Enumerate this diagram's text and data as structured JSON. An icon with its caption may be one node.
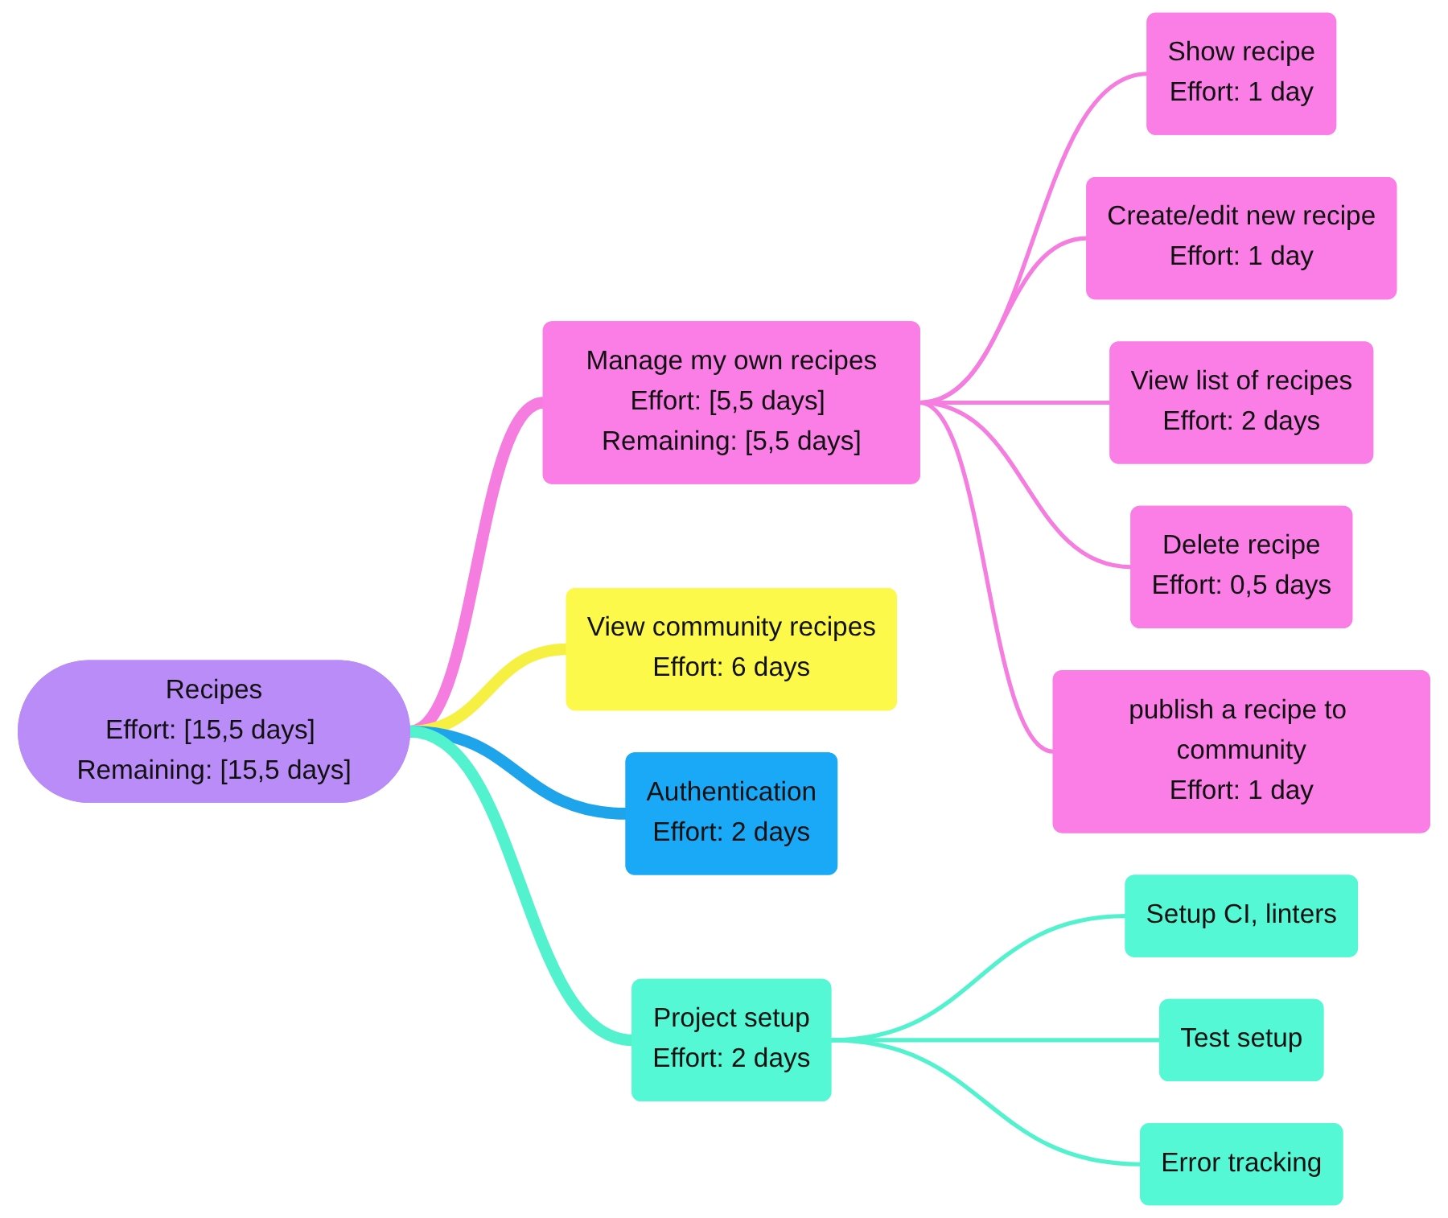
{
  "diagram": {
    "nodes": [
      {
        "text": [
          "Recipes",
          "Effort: [15,5 days] Remaining: [15,5 days]"
        ]
      },
      {
        "text": [
          "Manage my own recipes",
          "Effort: [5,5 days] Remaining: [5,5 days]"
        ]
      },
      {
        "text": [
          "Show recipe",
          "Effort: 1 day"
        ]
      },
      {
        "text": [
          "Create/edit new recipe",
          "Effort: 1 day"
        ]
      },
      {
        "text": [
          "View list of recipes",
          "Effort: 2 days"
        ]
      },
      {
        "text": [
          "Delete recipe",
          "Effort: 0,5 days"
        ]
      },
      {
        "text": [
          "publish a recipe to community",
          "Effort: 1 day"
        ]
      },
      {
        "text": [
          "View community recipes",
          "Effort: 6 days"
        ]
      },
      {
        "text": [
          "Authentication",
          "Effort: 2 days"
        ]
      },
      {
        "text": [
          "Project setup",
          "Effort: 2 days"
        ]
      },
      {
        "text": [
          "Setup CI, linters"
        ]
      },
      {
        "text": [
          "Test setup"
        ]
      },
      {
        "text": [
          "Error tracking"
        ]
      }
    ],
    "edges": [
      {
        "from": 0,
        "to": 1,
        "arrow": "none",
        "style": "thick"
      },
      {
        "from": 1,
        "to": 2,
        "arrow": "none"
      },
      {
        "from": 1,
        "to": 3,
        "arrow": "none"
      },
      {
        "from": 1,
        "to": 4,
        "arrow": "none"
      },
      {
        "from": 1,
        "to": 5,
        "arrow": "none"
      },
      {
        "from": 1,
        "to": 6,
        "arrow": "none"
      },
      {
        "from": 0,
        "to": 7,
        "arrow": "none",
        "style": "thick",
        "color": "#f5f042"
      },
      {
        "from": 0,
        "to": 8,
        "arrow": "none",
        "style": "thick",
        "color": "#1ea4ea"
      },
      {
        "from": 0,
        "to": 9,
        "arrow": "none",
        "style": "thick",
        "color": "#52f2cf"
      },
      {
        "from": 9,
        "to": 10,
        "arrow": "none",
        "color": "#52f2cf"
      },
      {
        "from": 9,
        "to": 11,
        "arrow": "none",
        "color": "#52f2cf"
      },
      {
        "from": 9,
        "to": 12,
        "arrow": "none",
        "color": "#52f2cf"
      }
    ]
  }
}
